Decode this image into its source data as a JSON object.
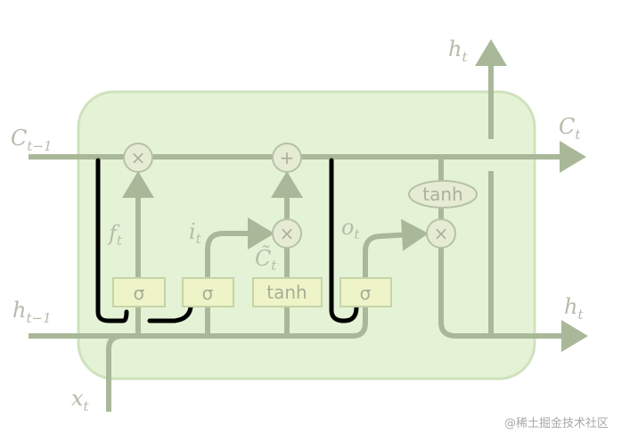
{
  "diagram": {
    "labels": {
      "c_prev": "C",
      "c_prev_sub": "t−1",
      "c_next": "C",
      "c_next_sub": "t",
      "h_prev": "h",
      "h_prev_sub": "t−1",
      "h_out_top": "h",
      "h_out_top_sub": "t",
      "h_out_right": "h",
      "h_out_right_sub": "t",
      "x_in": "x",
      "x_in_sub": "t",
      "forget": "f",
      "forget_sub": "t",
      "input": "i",
      "input_sub": "t",
      "candidate": "C̃",
      "candidate_sub": "t",
      "output": "o",
      "output_sub": "t"
    },
    "gates": [
      "σ",
      "σ",
      "tanh",
      "σ"
    ],
    "ops": {
      "mul": "×",
      "add": "+",
      "tanh": "tanh"
    },
    "colors": {
      "cell_fill": "#e4f3d6",
      "line": "#a9b898",
      "peephole": "#000000"
    }
  },
  "watermark": "@稀土掘金技术社区"
}
